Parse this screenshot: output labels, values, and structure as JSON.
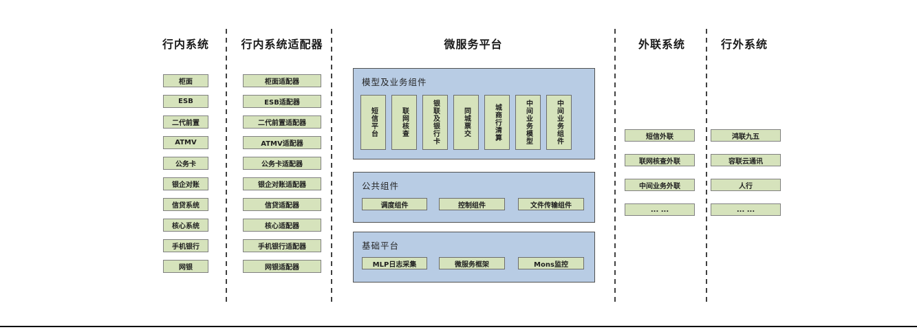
{
  "colors": {
    "node_fill": "#d6e3bc",
    "node_border": "#7f7f7f",
    "panel_fill": "#b8cce4",
    "panel_border": "#4f4f4f",
    "divider": "#3f3f3f",
    "bottom_rule": "#000000",
    "text": "#1f1f1f"
  },
  "columns": [
    {
      "title": "行内系统",
      "items": [
        "柜面",
        "ESB",
        "二代前置",
        "ATMV",
        "公务卡",
        "银企对账",
        "信贷系统",
        "核心系统",
        "手机银行",
        "网银"
      ]
    },
    {
      "title": "行内系统适配器",
      "items": [
        "柜面适配器",
        "ESB适配器",
        "二代前置适配器",
        "ATMV适配器",
        "公务卡适配器",
        "银企对账适配器",
        "信贷适配器",
        "核心适配器",
        "手机银行适配器",
        "网银适配器"
      ]
    },
    {
      "title": "微服务平台",
      "panels": [
        {
          "title": "模型及业务组件",
          "orientation": "vertical",
          "items": [
            "短信平台",
            "联网核查",
            "银联及银行卡",
            "同城票交",
            "城商行清算",
            "中间业务模型",
            "中间业务组件"
          ]
        },
        {
          "title": "公共组件",
          "orientation": "horizontal",
          "items": [
            "调度组件",
            "控制组件",
            "文件传输组件"
          ]
        },
        {
          "title": "基础平台",
          "orientation": "horizontal",
          "items": [
            "MLP日志采集",
            "微服务框架",
            "Mons监控"
          ]
        }
      ]
    },
    {
      "title": "外联系统",
      "items": [
        "短信外联",
        "联网核查外联",
        "中间业务外联",
        "... ..."
      ]
    },
    {
      "title": "行外系统",
      "items": [
        "鸿联九五",
        "容联云通讯",
        "人行",
        "... ..."
      ]
    }
  ]
}
